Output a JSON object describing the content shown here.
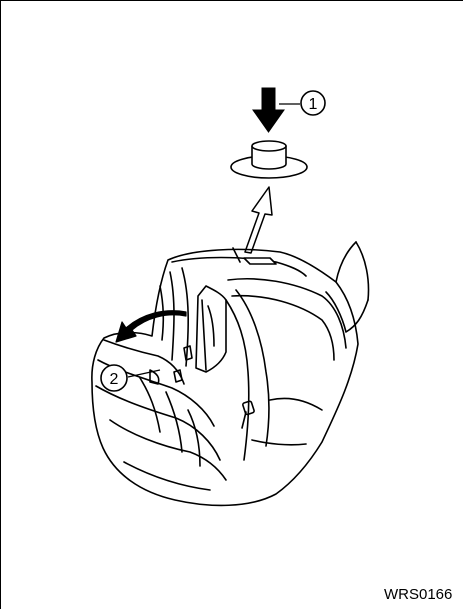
{
  "callouts": {
    "step1": "1",
    "step2": "2"
  },
  "figure_code": "WRS0166"
}
